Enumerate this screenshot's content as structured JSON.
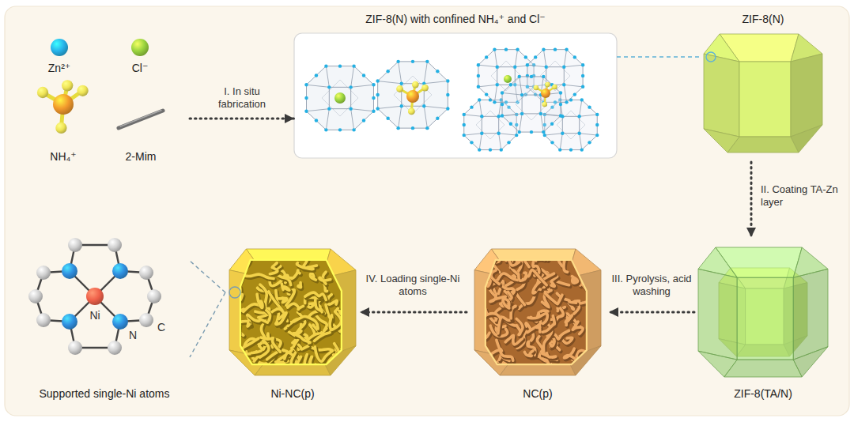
{
  "diagram": {
    "nodes": [
      {
        "text": [
          "Zn²⁺",
          "Cl⁻",
          "NH₄⁺",
          "2-Mim"
        ]
      },
      {
        "text": [
          "ZIF-8(N) with confined NH₄⁺ and Cl⁻"
        ]
      },
      {
        "text": [
          "ZIF-8(N)"
        ]
      },
      {
        "text": [
          "ZIF-8(TA/N)"
        ]
      },
      {
        "text": [
          "NC(p)"
        ]
      },
      {
        "text": [
          "Ni-NC(p)"
        ]
      },
      {
        "text": [
          "Supported single-Ni atoms"
        ]
      }
    ],
    "edges": [
      {
        "from": 0,
        "to": 1,
        "arrow": "to",
        "label": "I. In situ fabrication"
      },
      {
        "from": 1,
        "to": 2,
        "arrow": "none"
      },
      {
        "from": 2,
        "to": 3,
        "arrow": "to",
        "label": "II. Coating TA-Zn layer"
      },
      {
        "from": 3,
        "to": 4,
        "arrow": "to",
        "label": "III. Pyrolysis, acid washing"
      },
      {
        "from": 4,
        "to": 5,
        "arrow": "to",
        "label": "IV. Loading single-Ni atoms"
      },
      {
        "from": 5,
        "to": 6,
        "arrow": "none"
      }
    ],
    "labels": [
      "Ni",
      "N",
      "C"
    ]
  }
}
